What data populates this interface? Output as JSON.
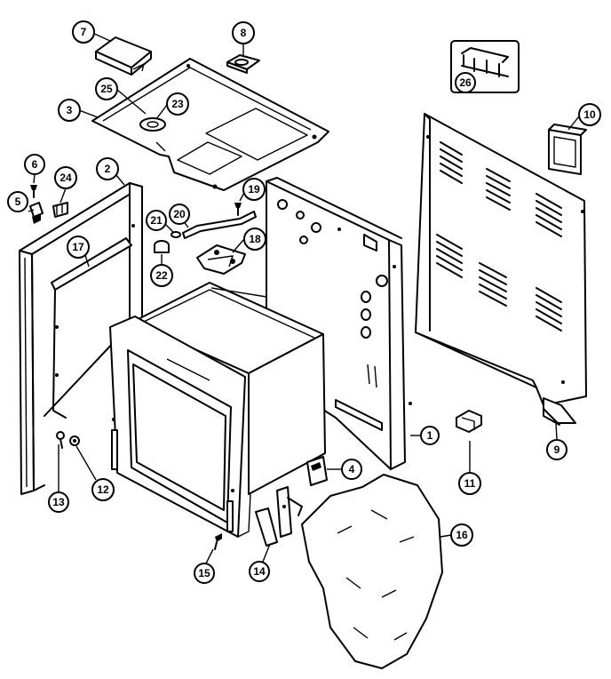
{
  "callouts": [
    {
      "id": "c7",
      "label": "7"
    },
    {
      "id": "c8",
      "label": "8"
    },
    {
      "id": "c26",
      "label": "26"
    },
    {
      "id": "c25",
      "label": "25"
    },
    {
      "id": "c23",
      "label": "23"
    },
    {
      "id": "c3",
      "label": "3"
    },
    {
      "id": "c10",
      "label": "10"
    },
    {
      "id": "c6",
      "label": "6"
    },
    {
      "id": "c24",
      "label": "24"
    },
    {
      "id": "c2",
      "label": "2"
    },
    {
      "id": "c5",
      "label": "5"
    },
    {
      "id": "c19",
      "label": "19"
    },
    {
      "id": "c21",
      "label": "21"
    },
    {
      "id": "c20",
      "label": "20"
    },
    {
      "id": "c18",
      "label": "18"
    },
    {
      "id": "c17",
      "label": "17"
    },
    {
      "id": "c22",
      "label": "22"
    },
    {
      "id": "c1",
      "label": "1"
    },
    {
      "id": "c11",
      "label": "11"
    },
    {
      "id": "c9",
      "label": "9"
    },
    {
      "id": "c4",
      "label": "4"
    },
    {
      "id": "c13",
      "label": "13"
    },
    {
      "id": "c12",
      "label": "12"
    },
    {
      "id": "c16",
      "label": "16"
    },
    {
      "id": "c15",
      "label": "15"
    },
    {
      "id": "c14",
      "label": "14"
    }
  ]
}
